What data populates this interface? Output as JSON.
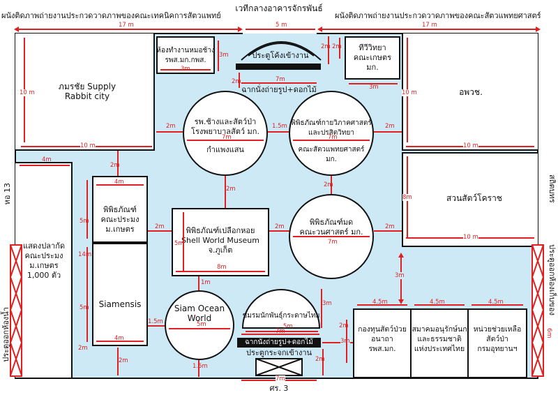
{
  "top": {
    "north_label": "เวทีกลางอาคารจักรพันธ์",
    "left_label": "ผนังติดภาพถ่ายงานประกวดวาดภาพของคณะเทคนิคการสัตวแพทย์",
    "right_label": "ผนังติดภาพถ่ายงานประกวดวาดภาพของคณะสัตวแพทยศาสตร์",
    "left_span": "17 m",
    "center_span": "5 m",
    "right_span": "17 m"
  },
  "rooms": {
    "supply": {
      "line1": "ภมรชัย Supply",
      "line2": "Rabbit city",
      "w": "10 m",
      "h": "10 m"
    },
    "vet_room": {
      "line1": "ห้องทำงานหมอช้าง",
      "line2": "รพส.มก.กพส.",
      "w": "3m",
      "h": "3m"
    },
    "entrance_arch": {
      "label": "ประตูโค้งเข้างาน",
      "w": "7m",
      "gap": "2m"
    },
    "gate_banner": {
      "label": "ฉากนั่งถ่ายรูป+ดอกไม้"
    },
    "radio": {
      "line1": "ทีวีวิทยา",
      "line2": "คณะเกษตร",
      "line3": "มก.",
      "w": "3m",
      "h": "2m"
    },
    "opd": {
      "label": "อพวช.",
      "w": "10 m",
      "h": "10 m"
    },
    "elephant_hospital": {
      "line1": "รพ.ช้างและสัตว์ป่า",
      "line2": "โรงพยาบาลสัตว์ มก.",
      "line3": "กำแพงแสน",
      "d": "7m"
    },
    "anatomy_museum": {
      "line1": "พิพิธภัณฑ์กายวิภาคศาสตร์",
      "line2": "และปรสิตวิทยา",
      "line3": "คณะสัตวแพทยศาสตร์",
      "line4": "มก.",
      "d": "7m"
    },
    "fish_show": {
      "line1": "แสดงปลากัด",
      "line2": "คณะประมง",
      "line3": "ม.เกษตร",
      "line4": "1,000 ตัว",
      "w": "4m",
      "h": "14m"
    },
    "fisheries_museum": {
      "line1": "พิพิธภัณฑ์",
      "line2": "คณะประมง",
      "line3": "ม.เกษตร",
      "w": "4m",
      "h": "5m"
    },
    "shell_museum": {
      "line1": "พิพิธภัณฑ์เปลือกหอย",
      "line2": "Shell World Museum",
      "line3": "จ.ภูเก็ต",
      "w": "8m",
      "h": "5m"
    },
    "ant_museum": {
      "line1": "พิพิธภัณฑ์มด",
      "line2": "คณะวนศาสตร์ มก.",
      "d": "7m"
    },
    "korat_zoo": {
      "label": "สวนสัตว์โคราช",
      "w": "10 m",
      "h": "8m"
    },
    "siamensis": {
      "label": "Siamensis",
      "w": "4m",
      "h": "5m"
    },
    "siam_ocean": {
      "line1": "Siam Ocean",
      "line2": "World",
      "d": "5m"
    },
    "lepidoptera": {
      "label": "ชมรมนักพันธุ์กระดาษไทย",
      "w": "5m",
      "h": "3m"
    },
    "sick_animal_fund": {
      "line1": "กองทุนสัตว์ป่วย",
      "line2": "อนาถา",
      "line3": "รพส.มก.",
      "w": "4.5m"
    },
    "conservation_assoc": {
      "line1": "สมาคมอนุรักษ์นก",
      "line2": "และธรรมชาติ",
      "line3": "แห่งประเทศไทย",
      "w": "4.5m"
    },
    "wildlife_rescue": {
      "line1": "หน่วยช่วยเหลือ",
      "line2": "สัตว์ป่า",
      "line3": "กรมอุทยานฯ",
      "w": "4.5m"
    }
  },
  "bottom": {
    "banner": "ฉากนั่งถ่ายรูป+ดอกไม้",
    "door": "ประตูกระจกเข้างาน",
    "door_w": "7m",
    "south_label": "ศร. 3"
  },
  "sides": {
    "left_outer": "หอ 13",
    "left_exit": "ประตูออกห้องน้ำ",
    "right_outer": "สถิตบทร",
    "right_exit": "ประตูออกห้องเก็บของ",
    "right_exit_w": "6m"
  },
  "gaps": {
    "g2m": "2m",
    "g15m": "1.5m",
    "g3m": "3m",
    "g1m": "1m",
    "g4m": "4m",
    "g45m": "4.5m"
  }
}
